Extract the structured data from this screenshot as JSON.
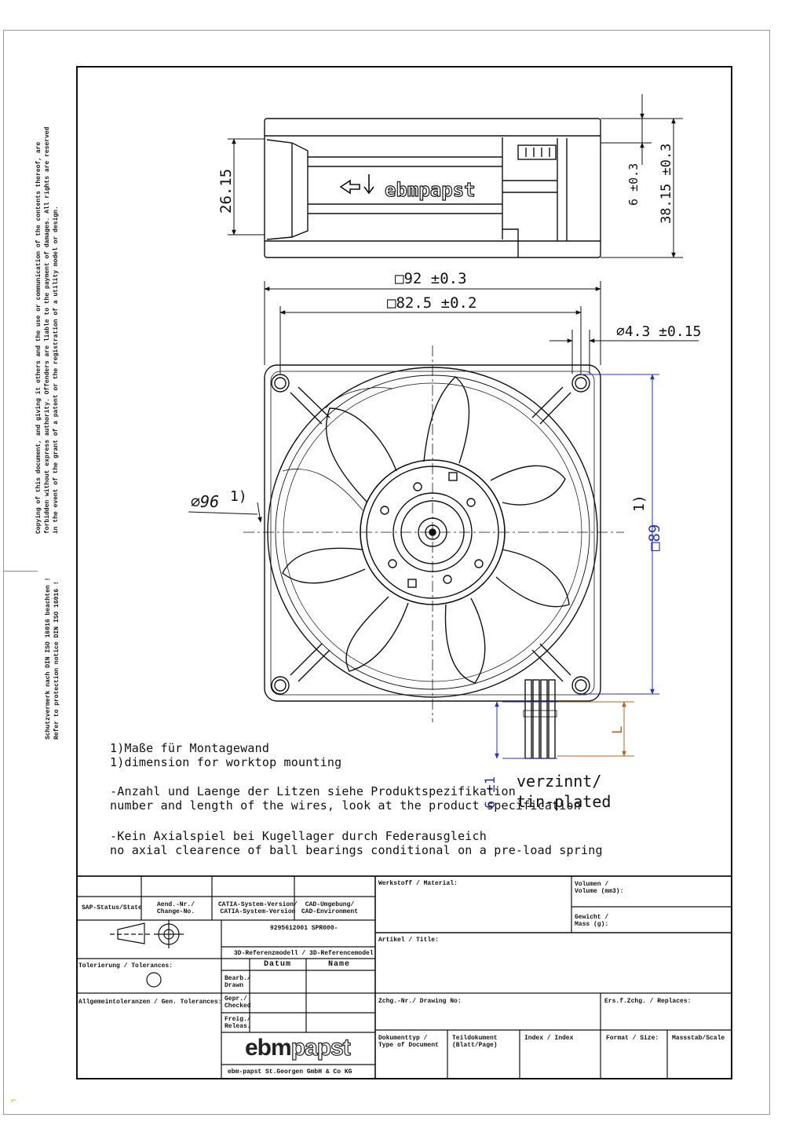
{
  "margin_notes": {
    "copyright_line1": "Copying of this document, and giving it others and the use or communication of the contents thereof, are",
    "copyright_line2": "forbidden without express authority. Offenders are liable to the payment of damages. All rights are reserved",
    "copyright_line3": "in the event of the grant of a patent or the registration of a utility model or design.",
    "protection_line1": "Schutzvermerk nach DIN ISO 16016 beachten !",
    "protection_line2": "Refer to protection notice DIN ISO 16016 !"
  },
  "drawing": {
    "dim_height": "26.15",
    "dim_6": "6 ±0.3",
    "dim_38": "38.15 ±0.3",
    "dim_92": "□92 ±0.3",
    "dim_82": "□82.5 ±0.2",
    "dim_hole": "⌀4.3 ±0.15",
    "dim_96": "⌀96",
    "note_ref_1": "1)",
    "note_ref_2": "1)",
    "dim_89": "□89",
    "dim_L": "L",
    "dim_6b": "6 ±1",
    "housing_brand": "ebmpapst",
    "tin_de": "verzinnt/",
    "tin_en": "tin-plated"
  },
  "notes": {
    "n1_de": "1)Maße für Montagewand",
    "n1_en": "1)dimension for worktop mounting",
    "n2_de": "-Anzahl und Laenge der Litzen siehe Produktspezifikation",
    "n2_en": " number and length of the wires, look at the product specification",
    "n3_de": "-Kein Axialspiel bei Kugellager durch Federausgleich",
    "n3_en": " no axial clearence of ball bearings conditional on a pre-load spring"
  },
  "title_block": {
    "sap_status": "SAP-Status/State",
    "aend_nr": "Aend.-Nr./\nChange-No.",
    "catia_version": "CATIA-System-Version/\nCATIA-System-Version",
    "cad_env": "CAD-Umgebung/\nCAD-Environment",
    "ref_number": "9295612001 SPR000-",
    "ref_model": "3D-Referenzmodell / 3D-Referencemodel",
    "datum": "Datum",
    "name": "Name",
    "tolerance": "Tolerierung / Tolerances:",
    "general_tol": "Allgemeintoleranzen / Gen. Tolerances:",
    "drawn": "Bearb./\nDrawn",
    "checked": "Gepr./\nChecked",
    "release": "Freig./\nReleas.",
    "material": "Werkstoff / Material:",
    "volume": "Volumen /\nVolume (mm3):",
    "weight": "Gewicht /\nMass (g):",
    "title": "Artikel / Title:",
    "drawing_no": "Zchg.-Nr./ Drawing No:",
    "replaces": "Ers.f.Zchg. / Replaces:",
    "doc_type": "Dokumenttyp /\nType of Document",
    "sub_doc": "Teildokument\n(Blatt/Page)",
    "index": "Index / Index",
    "format": "Format / Size:",
    "scale": "Massstab/Scale",
    "brand_ebm": "ebm",
    "brand_papst": "papst",
    "company": "ebm-papst St.Georgen GmbH & Co KG"
  }
}
